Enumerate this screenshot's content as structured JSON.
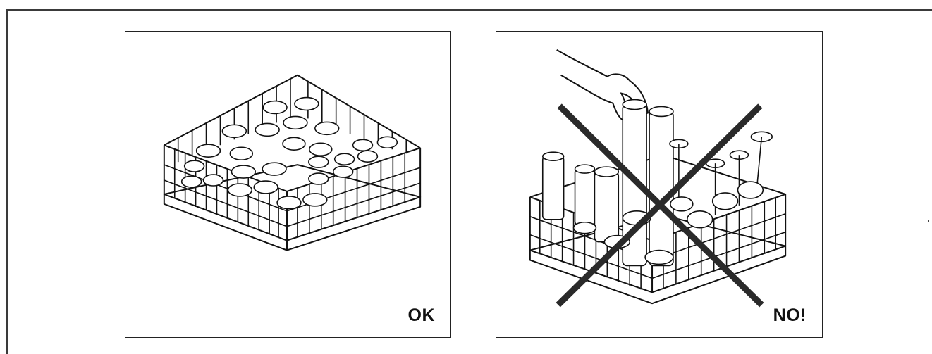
{
  "panels": [
    {
      "id": "ok",
      "label": "OK"
    },
    {
      "id": "no",
      "label": "NO!"
    }
  ]
}
